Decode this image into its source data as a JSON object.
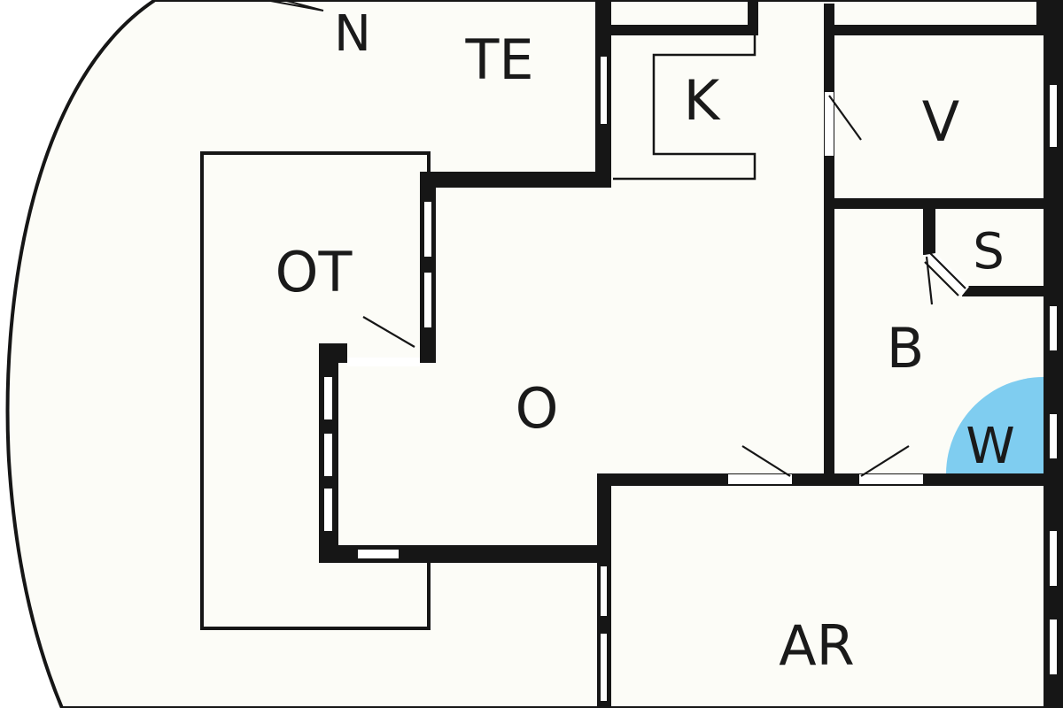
{
  "plan": {
    "background_color": "#fcfcf7",
    "outline_color": "#161616",
    "accent_color": "#7fcdf0",
    "north_label": "N",
    "rooms": {
      "te": "TE",
      "k": "K",
      "v": "V",
      "ot": "OT",
      "s": "S",
      "b": "B",
      "o": "O",
      "w": "W",
      "ar": "AR"
    }
  }
}
